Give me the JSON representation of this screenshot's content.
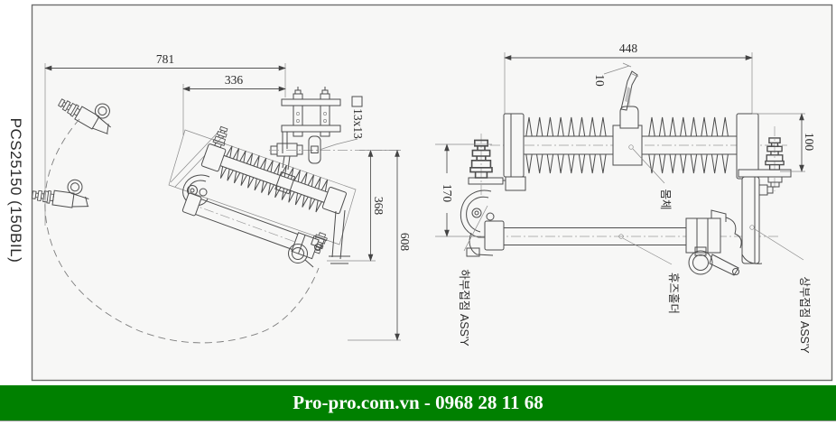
{
  "sheet": {
    "part_number": "PCS25150 (150BIL)"
  },
  "left_view": {
    "dim_total_width": "781",
    "dim_bracket_width": "336",
    "dim_drop_height": "368",
    "dim_swing_height": "608",
    "dim_mount_hole": "13x13"
  },
  "right_view": {
    "dim_total_width": "448",
    "dim_striker": "10",
    "dim_holder_offset": "170",
    "dim_bracket_depth": "100",
    "label_body": "몸체",
    "label_lower_contact": "하부접점 ASS'Y",
    "label_fuse_holder": "휴즈홀더",
    "label_upper_contact": "상부접점 ASS'Y"
  },
  "footer": {
    "text": "Pro-pro.com.vn - 0968 28 11 68",
    "bg_color": "#008000",
    "text_color": "#FFFFFF"
  },
  "colors": {
    "line": "#4d4d4d",
    "dim_text": "#2b2b2b"
  }
}
